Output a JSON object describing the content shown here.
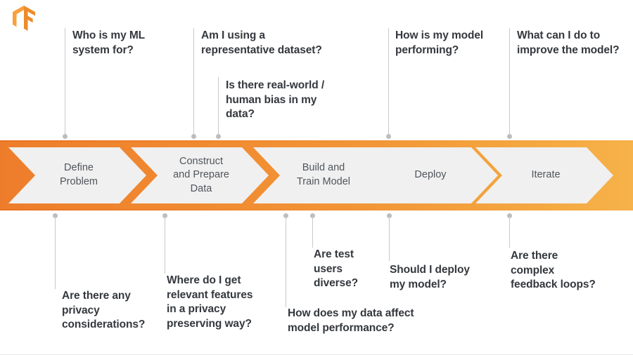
{
  "brand": {
    "logo_icon": "tensorflow-logo-icon",
    "logo_color_light": "#F9A03C",
    "logo_color_dark": "#ED8B2B"
  },
  "theme": {
    "bar_color_left": "#EE7D2B",
    "bar_color_right": "#F7B24A",
    "step_fill": "#F0F0F0",
    "text_color": "#34383D",
    "step_text_color": "#50555B",
    "connector_color": "#C9C9C9",
    "dot_color": "#BDBDBD",
    "background": "#FFFFFF"
  },
  "pipeline": {
    "name": "ml-lifecycle-pipeline",
    "steps": [
      {
        "id": "define-problem",
        "label": "Define\nProblem"
      },
      {
        "id": "construct-data",
        "label": "Construct\nand Prepare\nData"
      },
      {
        "id": "build-train",
        "label": "Build and\nTrain Model"
      },
      {
        "id": "deploy",
        "label": "Deploy"
      },
      {
        "id": "iterate",
        "label": "Iterate"
      }
    ]
  },
  "questions_above": [
    {
      "id": "who-is-my-ml-system-for",
      "text": "Who is my ML\nsystem for?"
    },
    {
      "id": "representative-dataset",
      "text": "Am I using a\nrepresentative dataset?"
    },
    {
      "id": "real-world-human-bias",
      "text": "Is there real-world /\nhuman bias in my\ndata?"
    },
    {
      "id": "how-is-my-model-performing",
      "text": "How is my model\nperforming?"
    },
    {
      "id": "what-can-i-do-to-improve",
      "text": "What can I do to\nimprove the model?"
    }
  ],
  "questions_below": [
    {
      "id": "privacy-considerations",
      "text": "Are there any\nprivacy\nconsiderations?"
    },
    {
      "id": "relevant-features-privacy",
      "text": "Where do I get\nrelevant features\nin a privacy\npreserving way?"
    },
    {
      "id": "are-test-users-diverse",
      "text": "Are test\nusers\ndiverse?"
    },
    {
      "id": "data-affect-model-performance",
      "text": "How does my data affect\nmodel performance?"
    },
    {
      "id": "should-i-deploy-my-model",
      "text": "Should I deploy\nmy model?"
    },
    {
      "id": "complex-feedback-loops",
      "text": "Are there\ncomplex\nfeedback loops?"
    }
  ]
}
